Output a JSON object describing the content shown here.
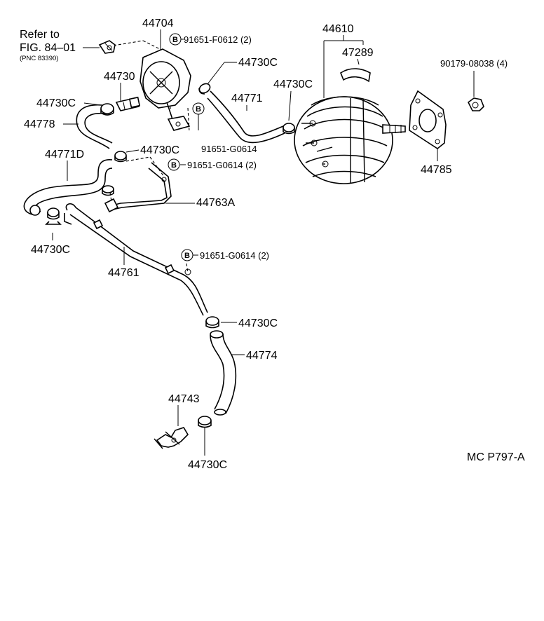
{
  "labels": {
    "refer_to_line1": "Refer to",
    "refer_to_line2": "FIG. 84–01",
    "refer_to_pnc": "(PNC 83390)",
    "p44704": "44704",
    "p91651_f0612": "91651-F0612 (2)",
    "p44730c_top": "44730C",
    "p44730": "44730",
    "p44610": "44610",
    "p47289": "47289",
    "p90179": "90179-08038 (4)",
    "p44730c_left": "44730C",
    "p44771": "44771",
    "p44730c_mid": "44730C",
    "p44778": "44778",
    "p91651_g0614_a": "91651-G0614",
    "p44771d": "44771D",
    "p44730c_c": "44730C",
    "p91651_g0614_b": "91651-G0614 (2)",
    "p44785": "44785",
    "p44763a": "44763A",
    "p44730c_d": "44730C",
    "p91651_g0614_c": "91651-G0614 (2)",
    "p44761": "44761",
    "p44730c_e": "44730C",
    "p44774": "44774",
    "p44743": "44743",
    "p44730c_f": "44730C",
    "figure_code": "MC P797-A",
    "bolt_mark": "B"
  }
}
